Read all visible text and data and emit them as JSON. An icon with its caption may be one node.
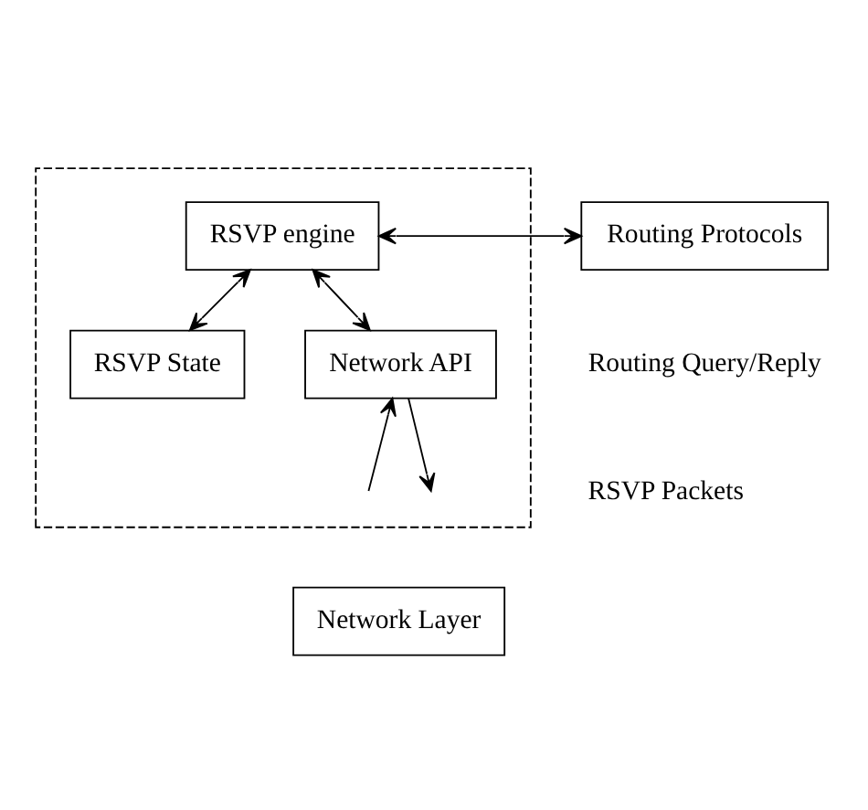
{
  "diagram": {
    "nodes": [
      {
        "text": [],
        "shape": "box"
      },
      {
        "text": [
          "RSVP engine"
        ],
        "in": 0
      },
      {
        "text": [
          "RSVP State"
        ],
        "in": 0
      },
      {
        "text": [
          "Network API"
        ],
        "in": 0
      },
      {
        "text": [
          "Routing Protocols"
        ]
      },
      {
        "text": [
          "Network Layer"
        ]
      }
    ],
    "edges": [
      {
        "from": 2,
        "to": 1,
        "arrow": "both"
      },
      {
        "from": 1,
        "to": 4,
        "arrow": "both"
      },
      {
        "from": 1,
        "to": 3,
        "arrow": "both"
      },
      {
        "from": null,
        "to": 3,
        "arrow": "to"
      },
      {
        "from": 3,
        "to": null,
        "arrow": "to"
      }
    ],
    "labels": [
      "Routing Query/Reply",
      "RSVP Packets"
    ]
  }
}
